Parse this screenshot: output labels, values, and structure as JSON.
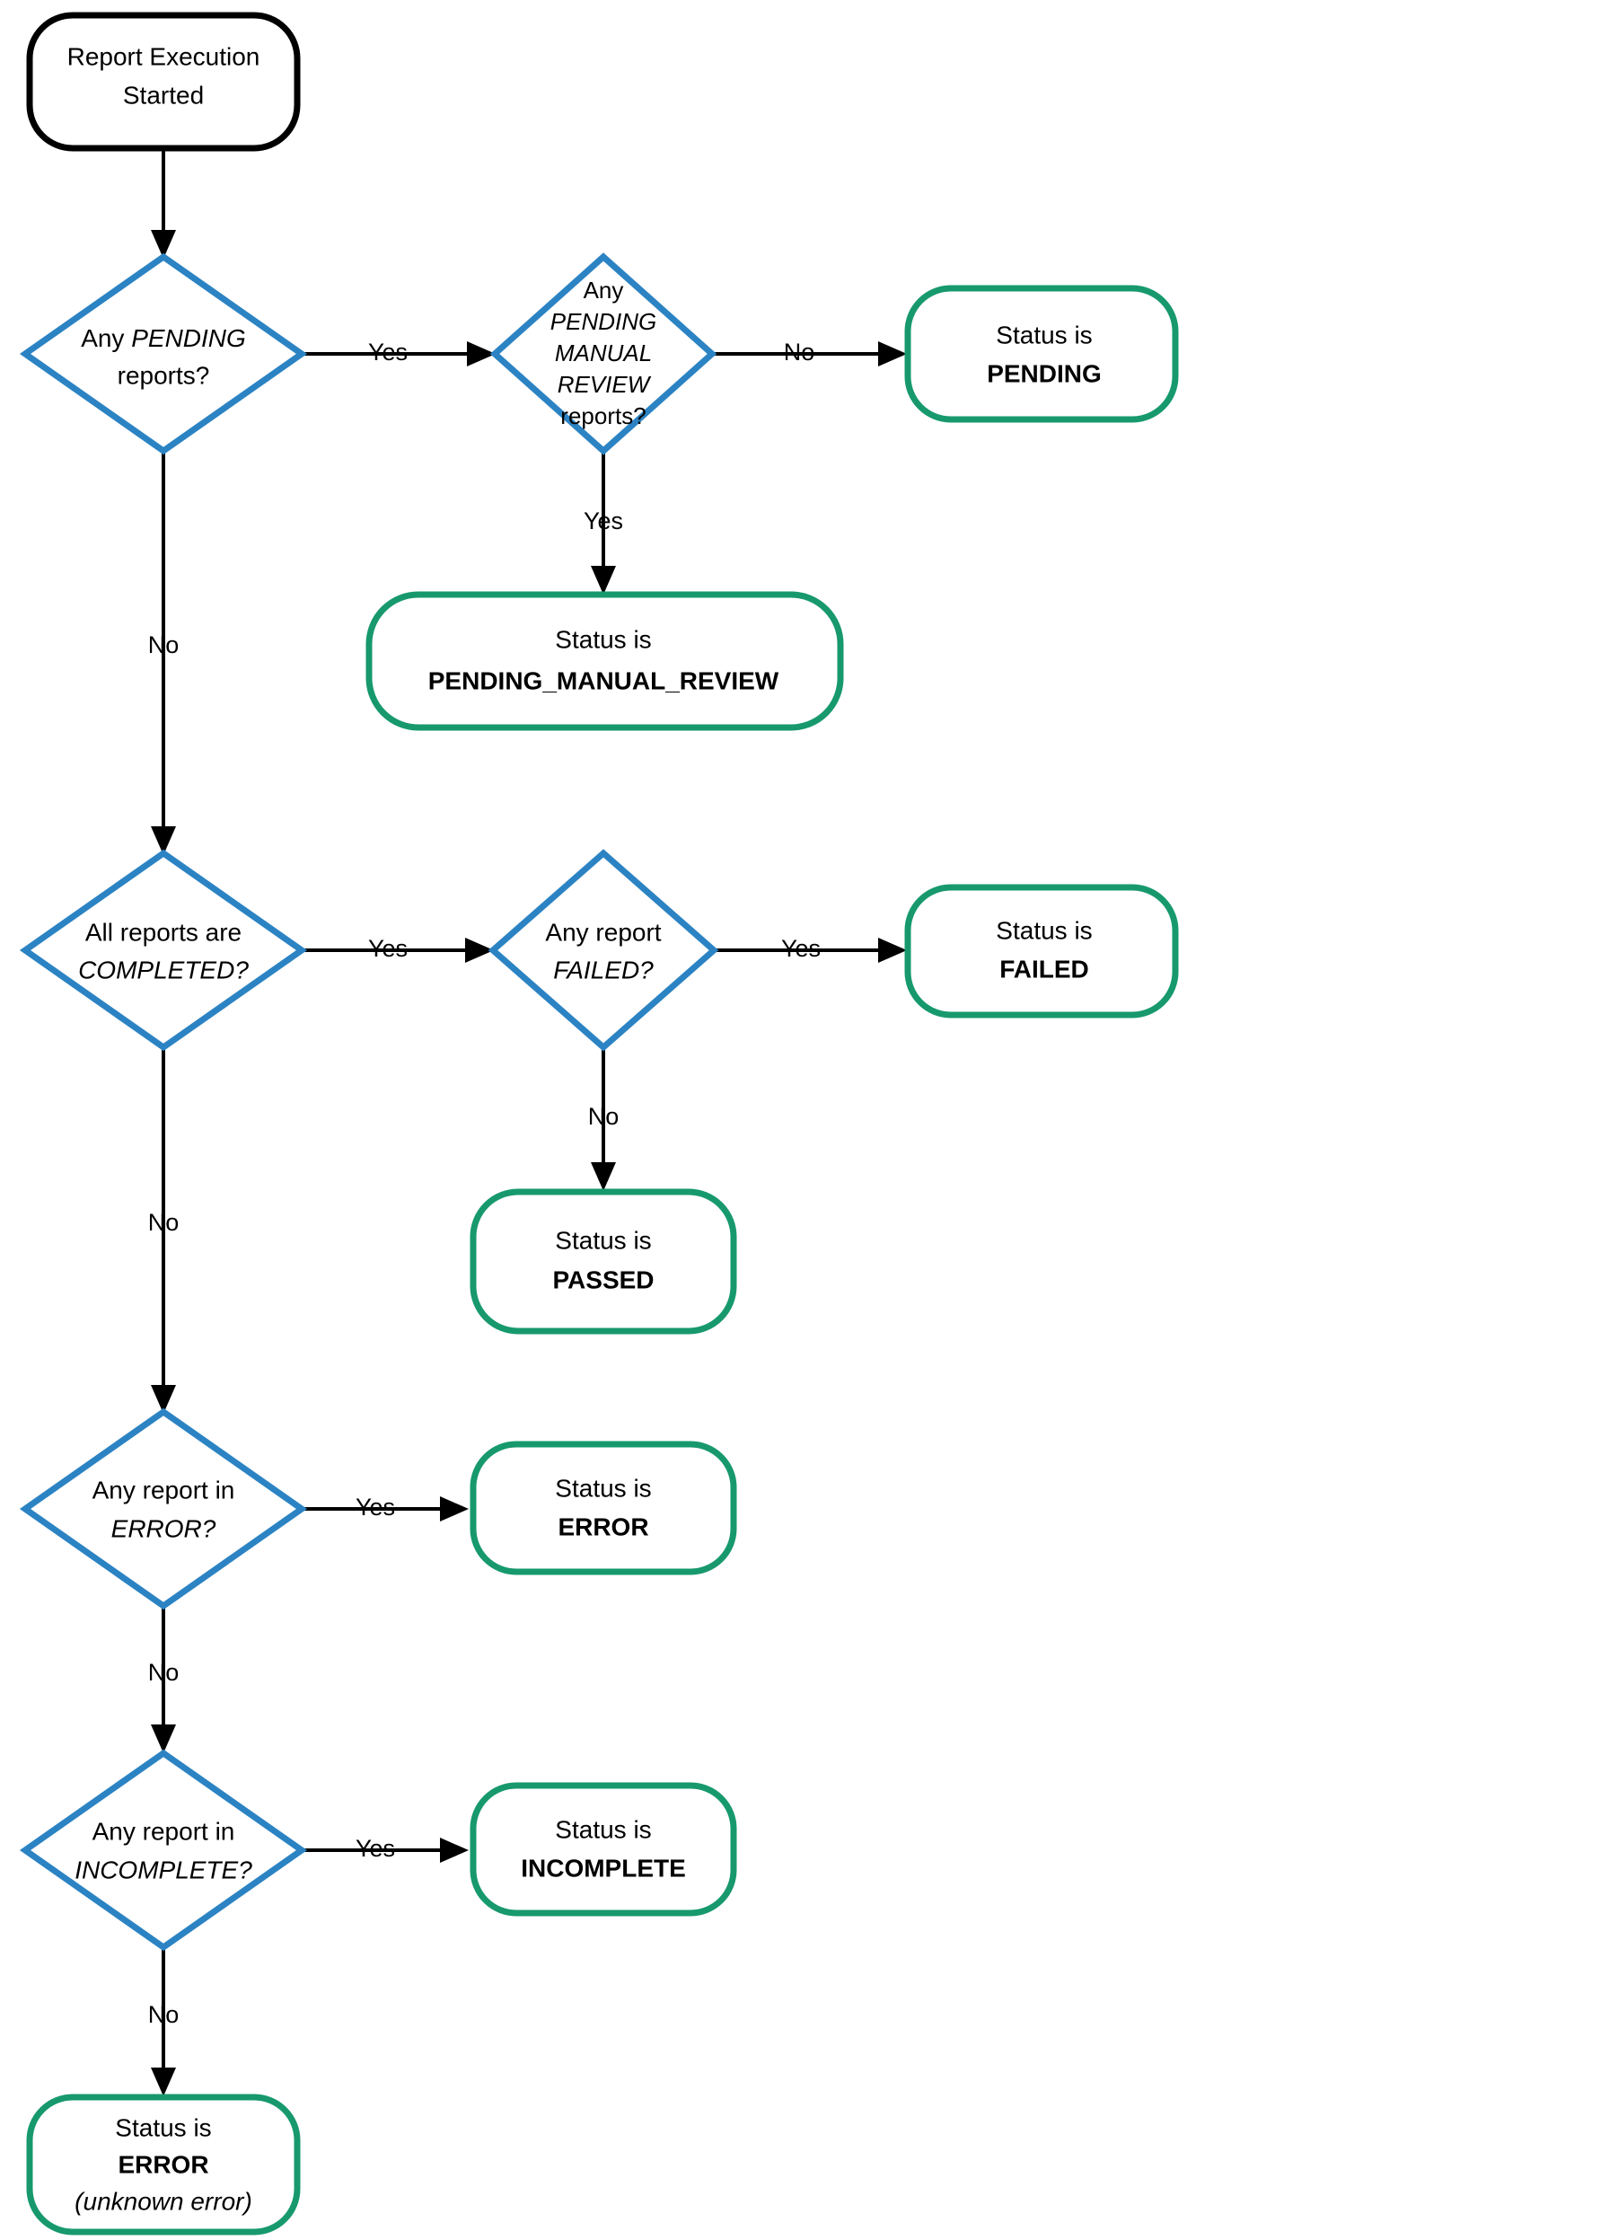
{
  "diagram": {
    "title": "Report Execution Status Resolution Flowchart",
    "type": "flowchart",
    "colors": {
      "start_stroke": "#000000",
      "decision_stroke": "#2b83c3",
      "terminal_stroke": "#17996d",
      "edge": "#000000",
      "background": "#ffffff",
      "text": "#000000"
    },
    "nodes": {
      "start": {
        "shape": "stadium",
        "line1": "Report Execution",
        "line2": "Started"
      },
      "d_pending": {
        "shape": "diamond",
        "line1_plain": "Any ",
        "line1_italic": "PENDING",
        "line2_plain": "reports?"
      },
      "d_pmr": {
        "shape": "diamond",
        "line1": "Any",
        "line2_italic": "PENDING",
        "line3_italic": "MANUAL",
        "line4_italic": "REVIEW",
        "line5": "reports?"
      },
      "t_pending": {
        "shape": "stadium",
        "line1": "Status is",
        "line2_bold": "PENDING"
      },
      "t_pmr": {
        "shape": "stadium",
        "line1": "Status is",
        "line2_bold": "PENDING_MANUAL_REVIEW"
      },
      "d_completed": {
        "shape": "diamond",
        "line1": "All reports are",
        "line2_italic": "COMPLETED?"
      },
      "d_failed": {
        "shape": "diamond",
        "line1": "Any report",
        "line2_italic": "FAILED?"
      },
      "t_failed": {
        "shape": "stadium",
        "line1": "Status is",
        "line2_bold": "FAILED"
      },
      "t_passed": {
        "shape": "stadium",
        "line1": "Status is",
        "line2_bold": "PASSED"
      },
      "d_error": {
        "shape": "diamond",
        "line1": "Any report in",
        "line2_italic": "ERROR?"
      },
      "t_error": {
        "shape": "stadium",
        "line1": "Status is",
        "line2_bold": "ERROR"
      },
      "d_incomplete": {
        "shape": "diamond",
        "line1": "Any report in",
        "line2_italic": "INCOMPLETE?"
      },
      "t_incomplete": {
        "shape": "stadium",
        "line1": "Status is",
        "line2_bold": "INCOMPLETE"
      },
      "t_unknown_error": {
        "shape": "stadium",
        "line1": "Status is",
        "line2_bold": "ERROR",
        "line3_italic": "(unknown error)"
      }
    },
    "edge_labels": {
      "pending_yes": "Yes",
      "pending_no": "No",
      "pmr_no": "No",
      "pmr_yes": "Yes",
      "completed_yes": "Yes",
      "completed_no": "No",
      "failed_yes": "Yes",
      "failed_no": "No",
      "error_yes": "Yes",
      "error_no": "No",
      "incomplete_yes": "Yes",
      "incomplete_no": "No"
    },
    "edges": [
      {
        "from": "start",
        "to": "d_pending",
        "label": ""
      },
      {
        "from": "d_pending",
        "to": "d_pmr",
        "label": "Yes"
      },
      {
        "from": "d_pending",
        "to": "d_completed",
        "label": "No"
      },
      {
        "from": "d_pmr",
        "to": "t_pending",
        "label": "No"
      },
      {
        "from": "d_pmr",
        "to": "t_pmr",
        "label": "Yes"
      },
      {
        "from": "d_completed",
        "to": "d_failed",
        "label": "Yes"
      },
      {
        "from": "d_completed",
        "to": "d_error",
        "label": "No"
      },
      {
        "from": "d_failed",
        "to": "t_failed",
        "label": "Yes"
      },
      {
        "from": "d_failed",
        "to": "t_passed",
        "label": "No"
      },
      {
        "from": "d_error",
        "to": "t_error",
        "label": "Yes"
      },
      {
        "from": "d_error",
        "to": "d_incomplete",
        "label": "No"
      },
      {
        "from": "d_incomplete",
        "to": "t_incomplete",
        "label": "Yes"
      },
      {
        "from": "d_incomplete",
        "to": "t_unknown_error",
        "label": "No"
      }
    ]
  }
}
